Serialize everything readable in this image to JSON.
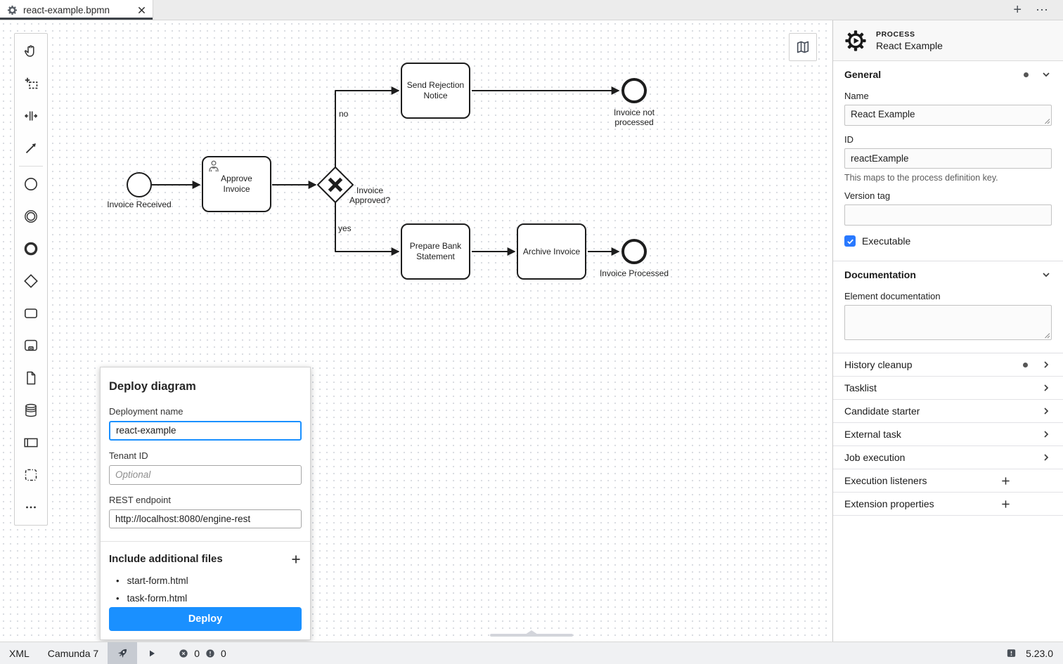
{
  "tab_bar": {
    "tabs": [
      {
        "label": "react-example.bpmn",
        "active": true
      }
    ],
    "new_tab_glyph": "+",
    "more_glyph": "⋯"
  },
  "icons": {
    "tab_file_icon": "gear",
    "tab_close_icon": "x",
    "minimap_icon": "map",
    "process_icon": "gear-with-play",
    "deploy_icon": "rocket",
    "run_icon": "play",
    "error_icon": "circle-x",
    "warning_icon": "circle-exclamation",
    "feedback_icon": "square-exclamation",
    "palette_tools": [
      "hand-tool",
      "lasso-tool",
      "space-tool",
      "global-connect-tool",
      "create-start-event",
      "create-intermediate-event",
      "create-end-event",
      "create-gateway",
      "create-task",
      "create-subprocess",
      "create-data-object",
      "create-data-store",
      "create-participant",
      "create-group",
      "more-tools"
    ]
  },
  "diagram": {
    "start_event_label": "Invoice Received",
    "task_approve": "Approve Invoice",
    "gateway_label": "Invoice Approved?",
    "flow_no": "no",
    "flow_yes": "yes",
    "task_reject": "Send Rejection Notice",
    "end_not_processed": "Invoice not processed",
    "task_prepare": "Prepare Bank Statement",
    "task_archive": "Archive Invoice",
    "end_processed": "Invoice Processed"
  },
  "deploy_dialog": {
    "title": "Deploy diagram",
    "deployment_name_label": "Deployment name",
    "deployment_name_value": "react-example",
    "tenant_id_label": "Tenant ID",
    "tenant_id_placeholder": "Optional",
    "rest_endpoint_label": "REST endpoint",
    "rest_endpoint_value": "http://localhost:8080/engine-rest",
    "include_files_label": "Include additional files",
    "files": [
      "start-form.html",
      "task-form.html"
    ],
    "deploy_button": "Deploy"
  },
  "properties_panel": {
    "header": {
      "type": "PROCESS",
      "name": "React Example"
    },
    "general": {
      "title": "General",
      "has_dot": true,
      "name_label": "Name",
      "name_value": "React Example",
      "id_label": "ID",
      "id_value": "reactExample",
      "id_description": "This maps to the process definition key.",
      "version_tag_label": "Version tag",
      "version_tag_value": "",
      "executable_label": "Executable",
      "executable_checked": true
    },
    "documentation": {
      "title": "Documentation",
      "element_documentation_label": "Element documentation",
      "element_documentation_value": ""
    },
    "groups": [
      {
        "label": "History cleanup",
        "has_dot": true,
        "action": "chevron"
      },
      {
        "label": "Tasklist",
        "has_dot": false,
        "action": "chevron"
      },
      {
        "label": "Candidate starter",
        "has_dot": false,
        "action": "chevron"
      },
      {
        "label": "External task",
        "has_dot": false,
        "action": "chevron"
      },
      {
        "label": "Job execution",
        "has_dot": false,
        "action": "chevron"
      },
      {
        "label": "Execution listeners",
        "has_dot": false,
        "action": "plus"
      },
      {
        "label": "Extension properties",
        "has_dot": false,
        "action": "plus"
      }
    ]
  },
  "status_bar": {
    "xml_label": "XML",
    "engine_label": "Camunda 7",
    "error_count": "0",
    "warning_count": "0",
    "version": "5.23.0"
  },
  "colors": {
    "accent_blue": "#1a90ff",
    "checkbox_blue": "#2979ff",
    "shape_stroke": "#1d1d1d",
    "statusbar_selected": "#c7cbd2"
  }
}
